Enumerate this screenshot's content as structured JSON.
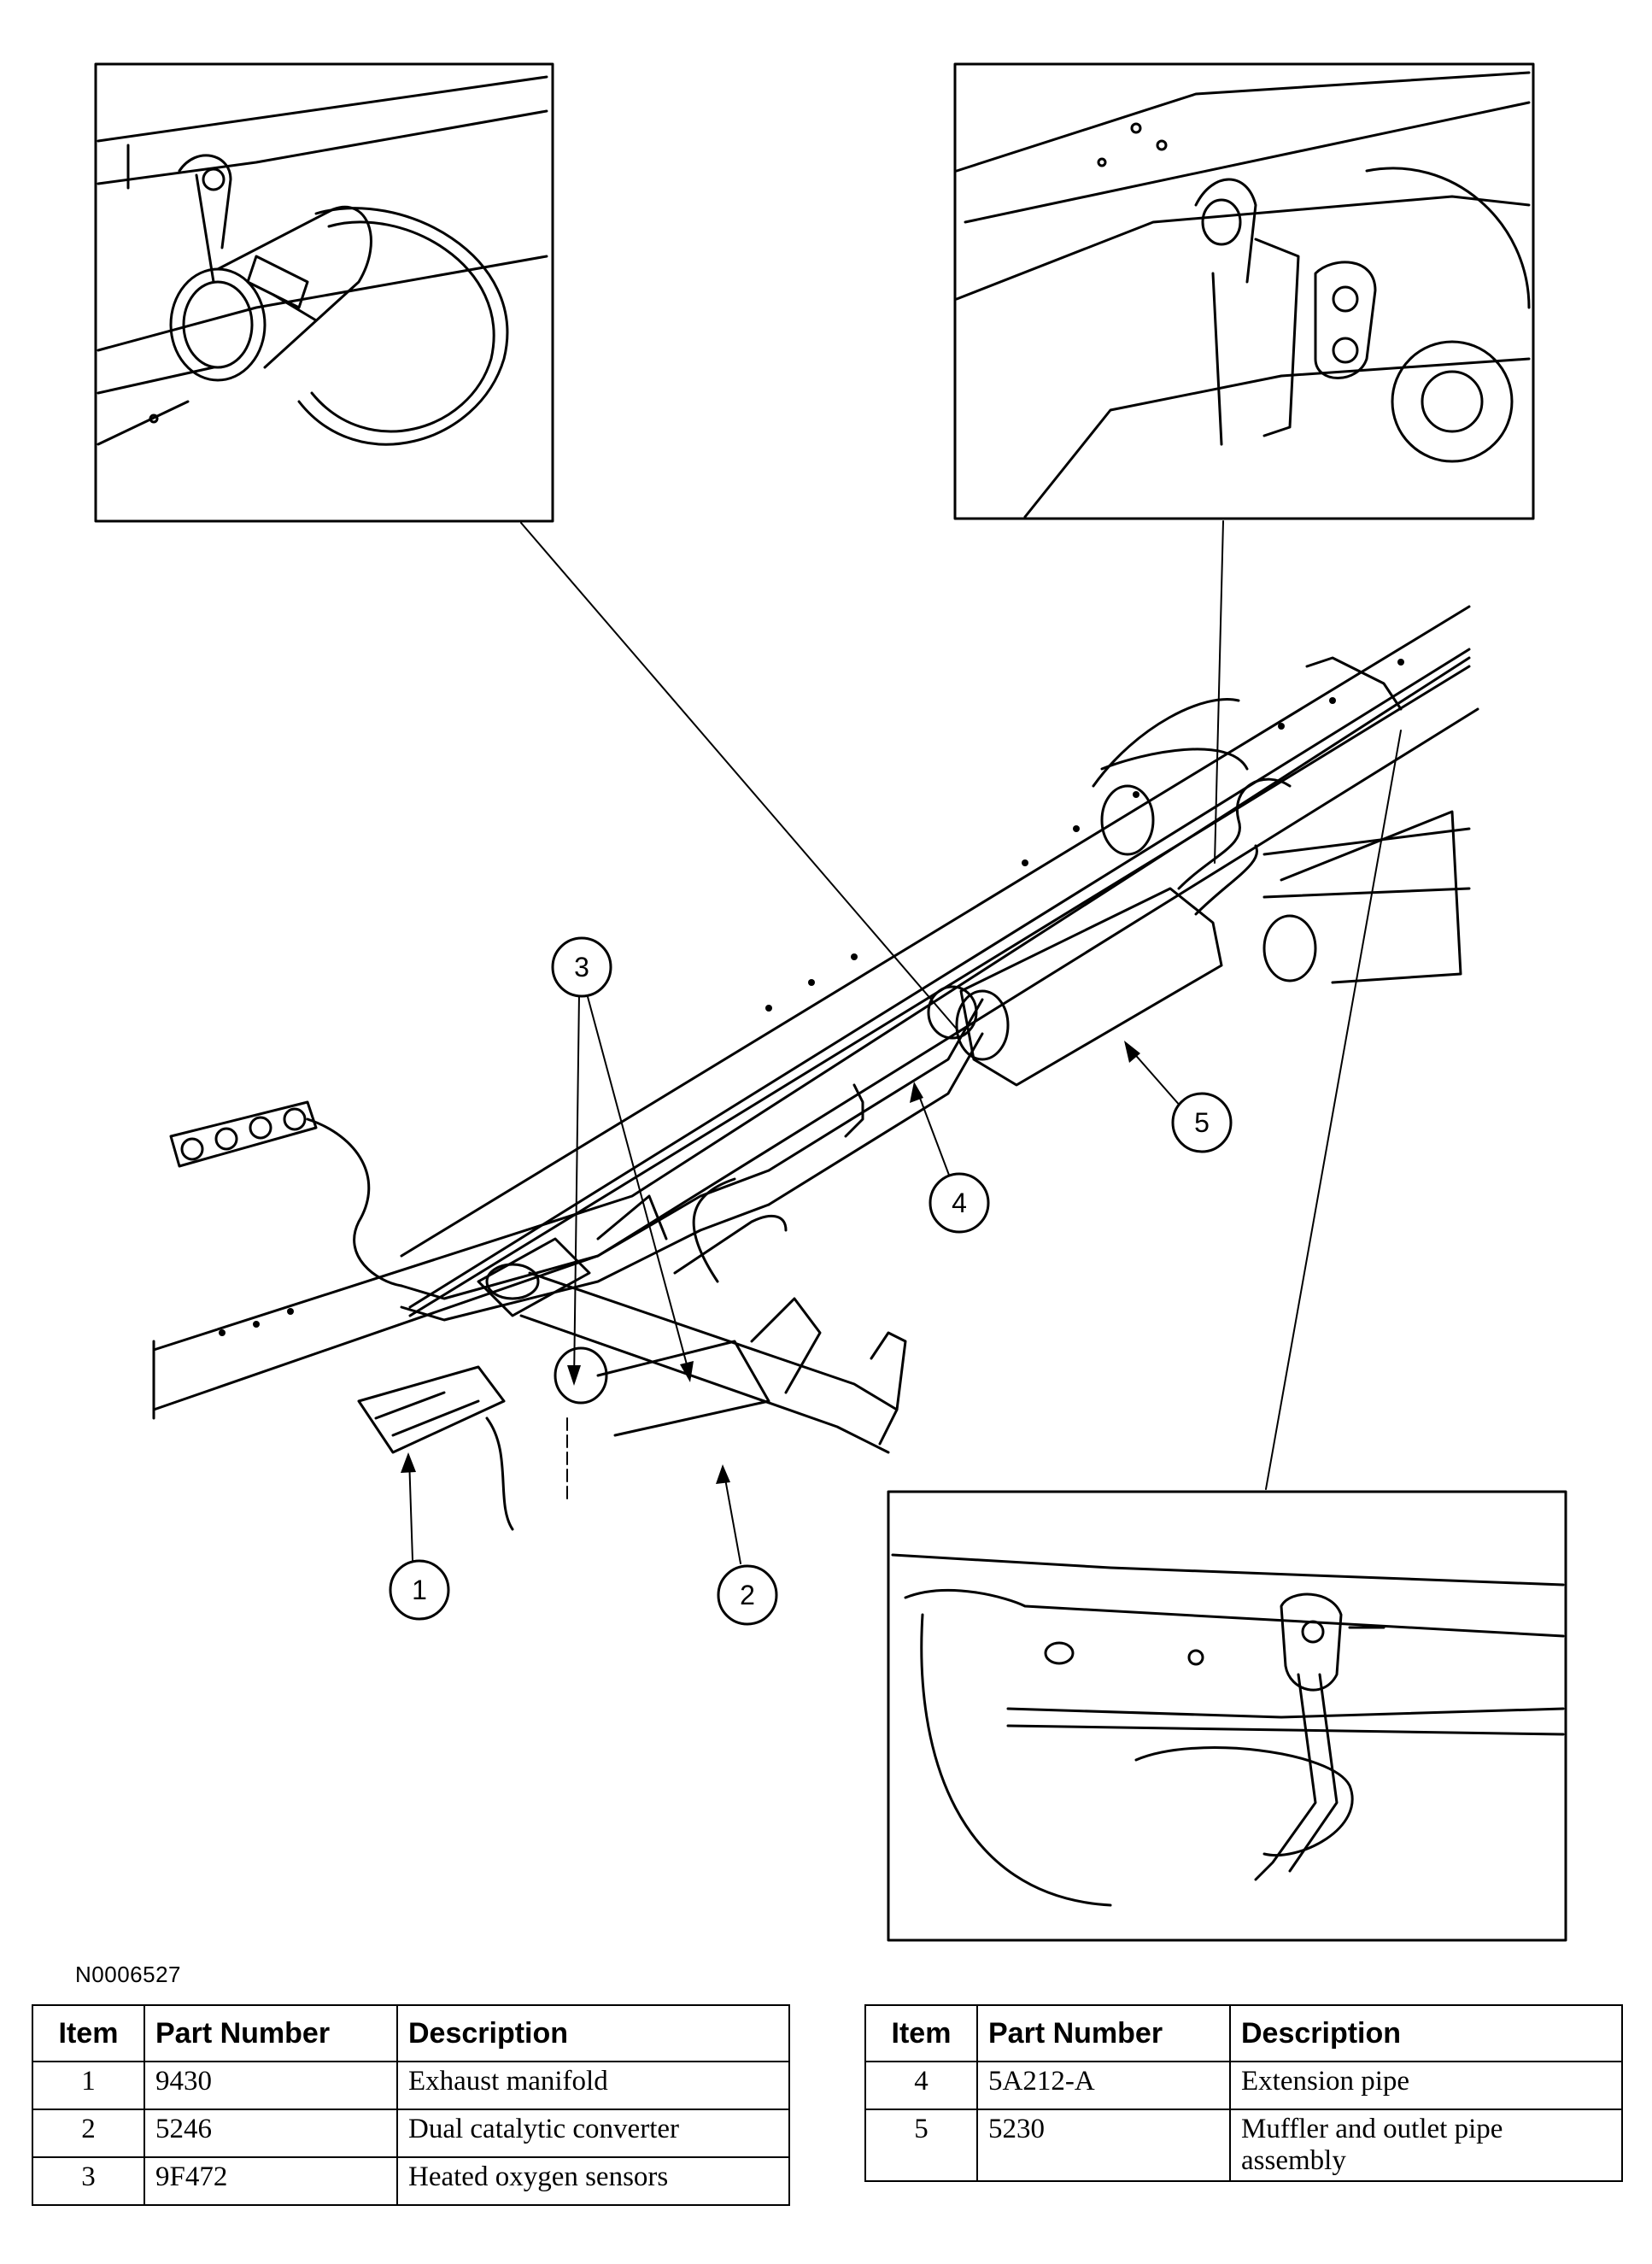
{
  "figure_id": "N0006527",
  "callouts": [
    "1",
    "2",
    "3",
    "4",
    "5"
  ],
  "tables": [
    {
      "headers": {
        "item": "Item",
        "part_number": "Part Number",
        "description": "Description"
      },
      "rows": [
        {
          "item": "1",
          "part_number": "9430",
          "description": "Exhaust manifold"
        },
        {
          "item": "2",
          "part_number": "5246",
          "description": "Dual catalytic converter"
        },
        {
          "item": "3",
          "part_number": "9F472",
          "description": "Heated oxygen sensors"
        }
      ]
    },
    {
      "headers": {
        "item": "Item",
        "part_number": "Part Number",
        "description": "Description"
      },
      "rows": [
        {
          "item": "4",
          "part_number": "5A212-A",
          "description": "Extension pipe"
        },
        {
          "item": "5",
          "part_number": "5230",
          "description": "Muffler and outlet pipe assembly"
        }
      ]
    }
  ]
}
